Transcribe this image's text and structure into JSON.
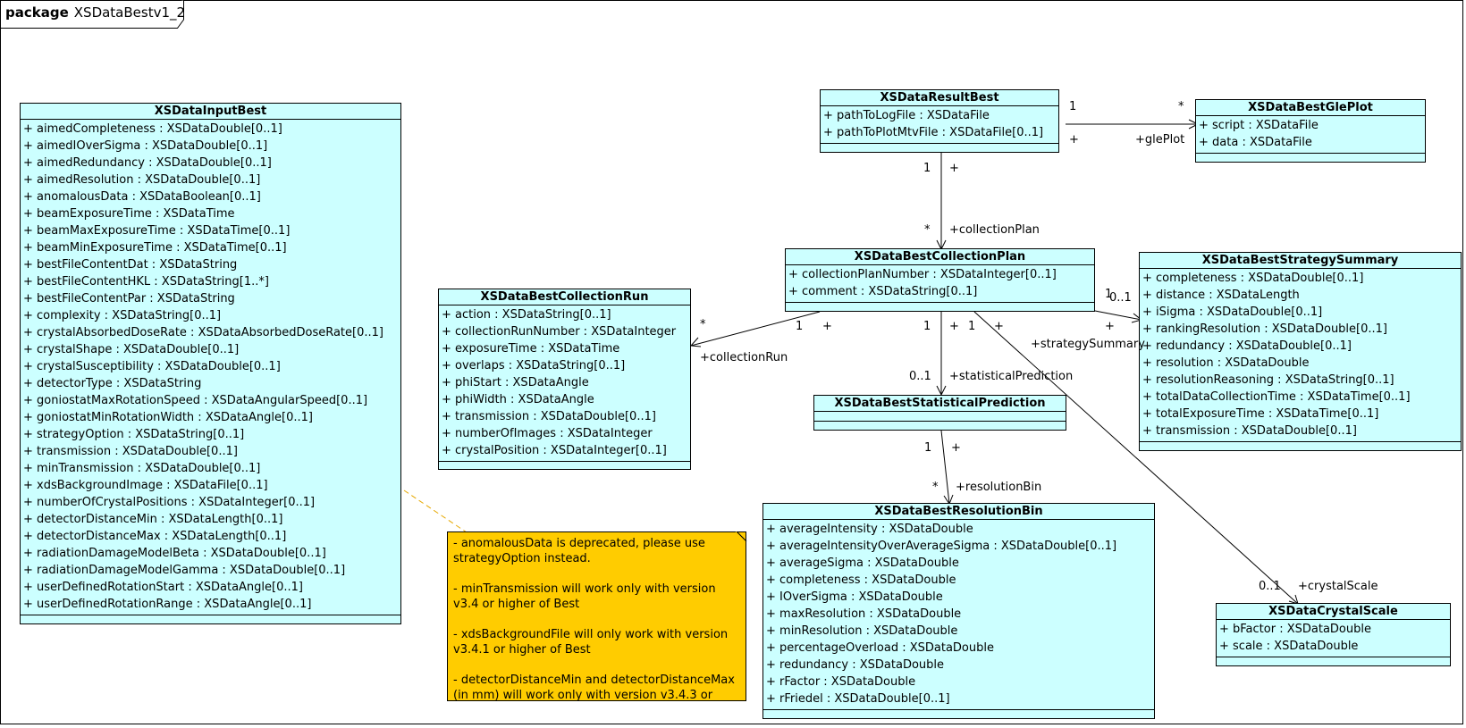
{
  "package": {
    "keyword": "package",
    "name": "XSDataBestv1_2"
  },
  "classes": {
    "input_best": {
      "name": "XSDataInputBest",
      "attributes": [
        "+ aimedCompleteness  : XSDataDouble[0..1]",
        "+ aimedIOverSigma  : XSDataDouble[0..1]",
        "+ aimedRedundancy  : XSDataDouble[0..1]",
        "+ aimedResolution  : XSDataDouble[0..1]",
        "+ anomalousData  : XSDataBoolean[0..1]",
        "+ beamExposureTime  : XSDataTime",
        "+ beamMaxExposureTime  : XSDataTime[0..1]",
        "+ beamMinExposureTime  : XSDataTime[0..1]",
        "+ bestFileContentDat  : XSDataString",
        "+ bestFileContentHKL  : XSDataString[1..*]",
        "+ bestFileContentPar  : XSDataString",
        "+ complexity  : XSDataString[0..1]",
        "+ crystalAbsorbedDoseRate  : XSDataAbsorbedDoseRate[0..1]",
        "+ crystalShape  : XSDataDouble[0..1]",
        "+ crystalSusceptibility  : XSDataDouble[0..1]",
        "+ detectorType  : XSDataString",
        "+ goniostatMaxRotationSpeed  : XSDataAngularSpeed[0..1]",
        "+ goniostatMinRotationWidth  : XSDataAngle[0..1]",
        "+ strategyOption  : XSDataString[0..1]",
        "+ transmission  : XSDataDouble[0..1]",
        "+ minTransmission  : XSDataDouble[0..1]",
        "+ xdsBackgroundImage  : XSDataFile[0..1]",
        "+ numberOfCrystalPositions  : XSDataInteger[0..1]",
        "+ detectorDistanceMin  : XSDataLength[0..1]",
        "+ detectorDistanceMax  : XSDataLength[0..1]",
        "+ radiationDamageModelBeta  : XSDataDouble[0..1]",
        "+ radiationDamageModelGamma  : XSDataDouble[0..1]",
        "+ userDefinedRotationStart  : XSDataAngle[0..1]",
        "+ userDefinedRotationRange  : XSDataAngle[0..1]"
      ]
    },
    "collection_run": {
      "name": "XSDataBestCollectionRun",
      "attributes": [
        "+ action  : XSDataString[0..1]",
        "+ collectionRunNumber  : XSDataInteger",
        "+ exposureTime  : XSDataTime",
        "+ overlaps  : XSDataString[0..1]",
        "+ phiStart  : XSDataAngle",
        "+ phiWidth  : XSDataAngle",
        "+ transmission  : XSDataDouble[0..1]",
        "+ numberOfImages  : XSDataInteger",
        "+ crystalPosition  : XSDataInteger[0..1]"
      ]
    },
    "result_best": {
      "name": "XSDataResultBest",
      "attributes": [
        "+ pathToLogFile  : XSDataFile",
        "+ pathToPlotMtvFile  : XSDataFile[0..1]"
      ]
    },
    "gle_plot": {
      "name": "XSDataBestGlePlot",
      "attributes": [
        "+ script  : XSDataFile",
        "+ data  : XSDataFile"
      ]
    },
    "collection_plan": {
      "name": "XSDataBestCollectionPlan",
      "attributes": [
        "+ collectionPlanNumber  : XSDataInteger[0..1]",
        "+ comment  : XSDataString[0..1]"
      ]
    },
    "strategy_summary": {
      "name": "XSDataBestStrategySummary",
      "attributes": [
        "+ completeness  : XSDataDouble[0..1]",
        "+ distance  : XSDataLength",
        "+ iSigma  : XSDataDouble[0..1]",
        "+ rankingResolution  : XSDataDouble[0..1]",
        "+ redundancy  : XSDataDouble[0..1]",
        "+ resolution  : XSDataDouble",
        "+ resolutionReasoning  : XSDataString[0..1]",
        "+ totalDataCollectionTime  : XSDataTime[0..1]",
        "+ totalExposureTime  : XSDataTime[0..1]",
        "+ transmission  : XSDataDouble[0..1]"
      ]
    },
    "statistical_prediction": {
      "name": "XSDataBestStatisticalPrediction",
      "attributes": []
    },
    "resolution_bin": {
      "name": "XSDataBestResolutionBin",
      "attributes": [
        "+ averageIntensity  : XSDataDouble",
        "+ averageIntensityOverAverageSigma  : XSDataDouble[0..1]",
        "+ averageSigma  : XSDataDouble",
        "+ completeness  : XSDataDouble",
        "+ IOverSigma  : XSDataDouble",
        "+ maxResolution  : XSDataDouble",
        "+ minResolution  : XSDataDouble",
        "+ percentageOverload  : XSDataDouble",
        "+ redundancy  : XSDataDouble",
        "+ rFactor  : XSDataDouble",
        "+ rFriedel  : XSDataDouble[0..1]"
      ]
    },
    "crystal_scale": {
      "name": "XSDataCrystalScale",
      "attributes": [
        "+ bFactor  : XSDataDouble",
        "+ scale  : XSDataDouble"
      ]
    }
  },
  "note": {
    "paragraphs": [
      "- anomalousData is deprecated, please use strategyOption instead.",
      "- minTransmission will work only with version v3.4 or higher of Best",
      "- xdsBackgroundFile will only work with version v3.4.1 or higher of Best",
      "- detectorDistanceMin and detectorDistanceMax (in mm) will work only with version v3.4.3 or"
    ]
  },
  "associations": {
    "glePlot": {
      "src_mult": "1",
      "src_vis": "+",
      "dst_mult": "*",
      "dst_role": "+glePlot"
    },
    "collectionPlan": {
      "src_mult": "1",
      "src_vis": "+",
      "dst_mult": "*",
      "dst_role": "+collectionPlan"
    },
    "collectionRun": {
      "src_mult": "1",
      "src_vis": "+",
      "dst_mult": "*",
      "dst_role": "+collectionRun"
    },
    "statisticalPrediction": {
      "src_mult": "1",
      "src_vis": "+",
      "dst_mult": "0..1",
      "dst_role": "+statisticalPrediction"
    },
    "strategySummary": {
      "src_mult": "1",
      "src_vis": "+",
      "dst_mult": "0..1",
      "dst_role": "+strategySummary"
    },
    "crystalScale": {
      "src_mult": "1",
      "src_vis": "+",
      "dst_mult": "0..1",
      "dst_role": "+crystalScale"
    },
    "resolutionBin": {
      "src_mult": "1",
      "src_vis": "+",
      "dst_mult": "*",
      "dst_role": "+resolutionBin"
    }
  }
}
